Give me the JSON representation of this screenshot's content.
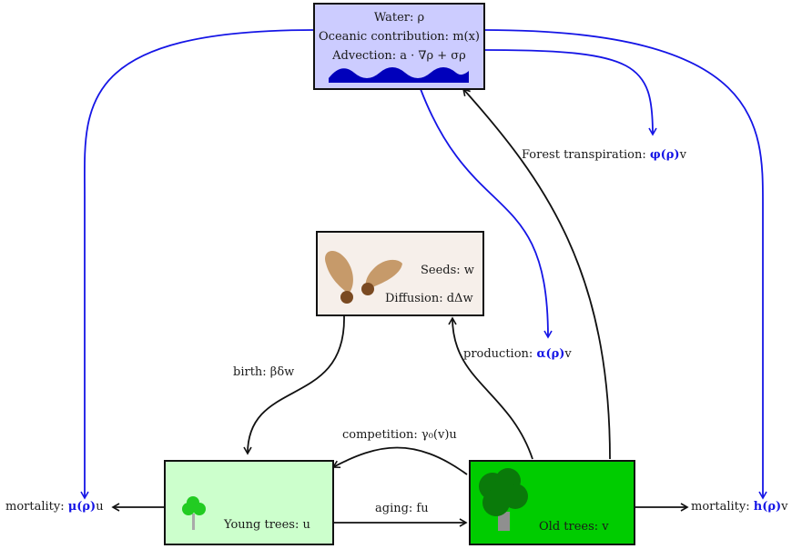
{
  "nodes": {
    "water": {
      "line1": "Water: ρ",
      "line2": "Oceanic contribution: m(x)",
      "line3": "Advection: a · ∇ρ + σρ",
      "fill": "#ccccff"
    },
    "seeds": {
      "line1": "Seeds: w",
      "line2": "Diffusion: dΔw",
      "fill": "#f6efea"
    },
    "young": {
      "label": "Young trees: u",
      "fill": "#ccffcc"
    },
    "old": {
      "label": "Old trees: v",
      "fill": "#00cc00"
    }
  },
  "edges": {
    "forest_transpiration": {
      "prefix": "Forest transpiration: ",
      "coef": "φ(ρ)",
      "suffix": "v"
    },
    "production": {
      "prefix": "production: ",
      "coef": "α(ρ)",
      "suffix": "v"
    },
    "birth": "birth: βδw",
    "competition": "competition: γ₀(v)u",
    "aging": "aging: fu",
    "mortality_young": {
      "prefix": "mortality: ",
      "coef": "μ(ρ)",
      "suffix": "u"
    },
    "mortality_old": {
      "prefix": "mortality: ",
      "coef": "h(ρ)",
      "suffix": "v"
    }
  },
  "colors": {
    "water_link": "#1515e6",
    "flow_link": "#111111",
    "wave": "#0000bb"
  }
}
